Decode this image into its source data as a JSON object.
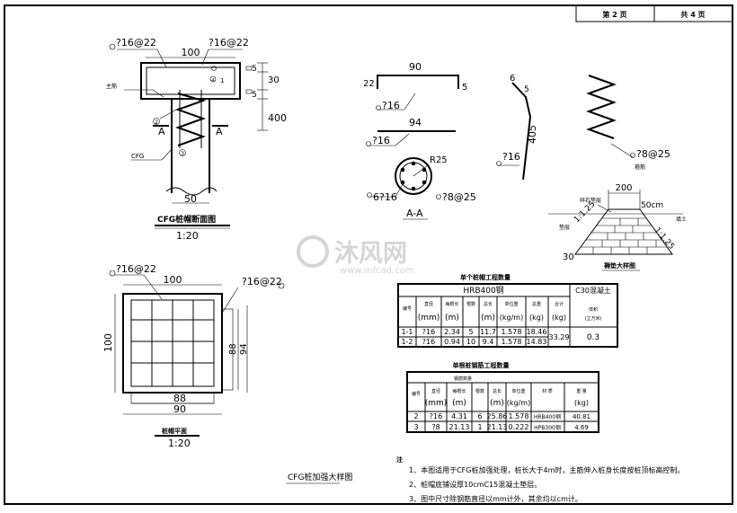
{
  "title_block": {
    "page_label": "第 2 页",
    "total_label": "共 4 页"
  },
  "watermark": {
    "brand_text": "沐风网",
    "url_text": "www.mfcad.com"
  },
  "section_view": {
    "rebar_top_left": "?16@22",
    "rebar_top_right": "?16@22",
    "dim_cap_width": "100",
    "dim_5a": "5",
    "dim_30": "30",
    "dim_5b": "5",
    "dim_400": "400",
    "dim_pile_width": "50",
    "label_a_left": "A",
    "label_a_right": "A",
    "label_cfg": "CFG",
    "label_cap_note": "主筋",
    "marker_1": "1",
    "marker_2": "2",
    "marker_3": "3",
    "marker_4": "4",
    "caption": "CFG桩帽断面图",
    "scale": "1:20"
  },
  "rebar_details": {
    "bar1_len": "90",
    "bar1_left": "22",
    "bar1_right": "5",
    "bar1_label": "?16",
    "bar2_len": "94",
    "bar2_label": "?16",
    "bar3_top": "6",
    "bar3_hook": "5",
    "bar3_len": "405",
    "bar3_label": "?16",
    "spiral_label": "?8@25",
    "spiral_note": "箍筋",
    "aa_radius": "R25",
    "aa_bars": "6?16",
    "aa_spiral": "?8@25",
    "aa_caption": "A-A"
  },
  "cushion_detail": {
    "dim_200": "200",
    "label_50cm": "50cm",
    "slope_left": "1:1.25",
    "slope_right": "1:1.25",
    "dim_30": "30",
    "note_left": "垫层",
    "note_right": "填土",
    "note_top": "碎石垫层",
    "caption": "褥垫大样图"
  },
  "plan_view": {
    "rebar_top_left": "?16@22",
    "rebar_top_right": "?16@22",
    "dim_100_top": "100",
    "dim_100_left": "100",
    "dim_88_right": "88",
    "dim_94_right": "94",
    "dim_88_bottom": "88",
    "dim_90_bottom": "90",
    "caption": "桩帽平面",
    "scale": "1:20"
  },
  "table1": {
    "title": "单个桩帽工程数量",
    "group_hrb": "HRB400钢",
    "group_c30": "C30混凝土",
    "headers": [
      "编号",
      "直径",
      "每根长",
      "根数",
      "总长",
      "单位重",
      "总重",
      "合计",
      "体积"
    ],
    "units": [
      "",
      "(mm)",
      "(m)",
      "",
      "(m)",
      "(kg/m)",
      "(kg)",
      "(kg)",
      "(立方米)"
    ],
    "rows": [
      [
        "1-1",
        "?16",
        "2.34",
        "5",
        "11.7",
        "1.578",
        "18.46"
      ],
      [
        "1-2",
        "?16",
        "0.94",
        "10",
        "9.4",
        "1.578",
        "14.83"
      ]
    ],
    "total": "33.29",
    "volume": "0.3"
  },
  "table2": {
    "title": "单根桩钢筋工程数量",
    "group": "钢筋数量",
    "headers": [
      "编号",
      "直径",
      "每根长",
      "根数",
      "总长",
      "单位重",
      "材 质",
      "重 量"
    ],
    "units": [
      "",
      "(mm)",
      "(m)",
      "",
      "(m)",
      "(kg/m)",
      "",
      "(kg)"
    ],
    "rows": [
      [
        "2",
        "?16",
        "4.31",
        "6",
        "25.86",
        "1.578",
        "HRB400钢",
        "40.81"
      ],
      [
        "3",
        "?8",
        "21.13",
        "1",
        "21.13",
        "0.222",
        "HPB300钢",
        "4.69"
      ]
    ]
  },
  "notes": {
    "heading": "注",
    "n1": "1、本图适用于CFG桩加强处理，桩长大于4m时，主筋伸入桩身长度按桩顶标高控制。",
    "n2": "2、桩帽底铺设厚10cmC15混凝土垫层。",
    "n3": "3、图中尺寸除钢筋直径以mm计外，其余均以cm计。"
  },
  "drawing_title": "CFG桩加强大样图"
}
